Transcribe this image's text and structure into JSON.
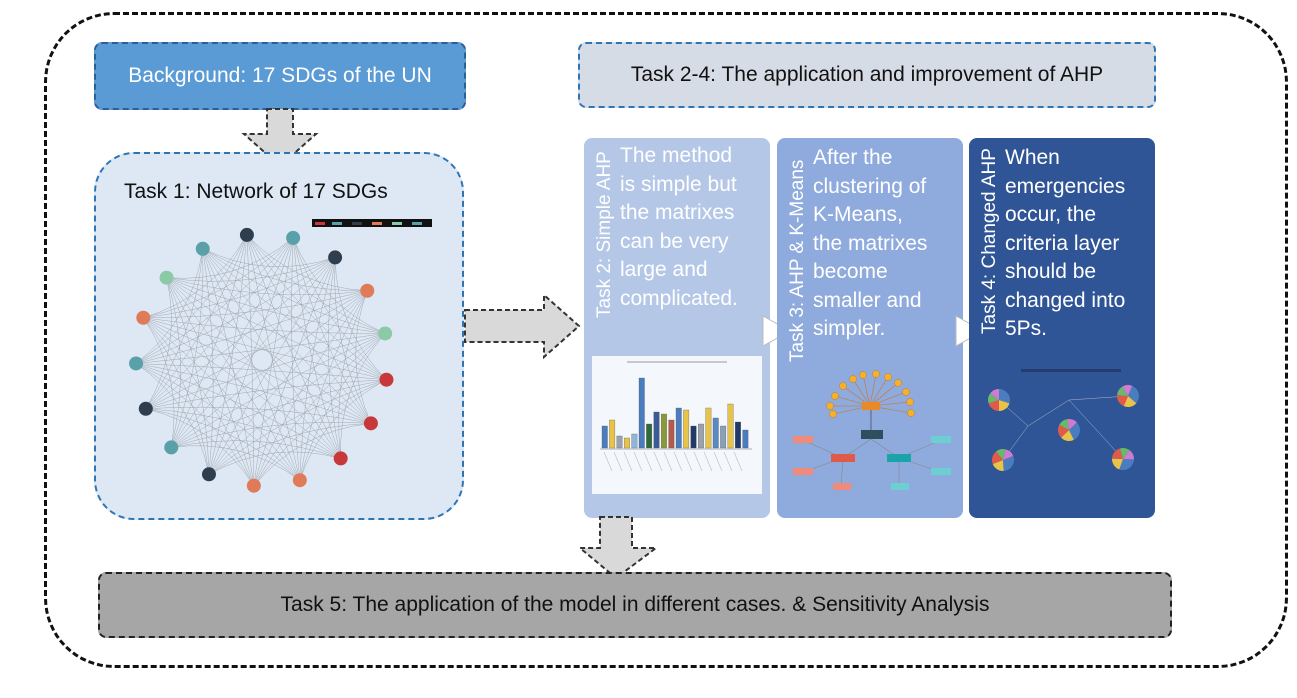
{
  "background_label": "Background: 17 SDGs of the UN",
  "task24_label": "Task 2-4: The application and improvement of AHP",
  "task1_label": "Task 1: Network of 17 SDGs",
  "task5_label": "Task 5: The application of the model in different cases. & Sensitivity Analysis",
  "panels": [
    {
      "vertical_label": "Task 2: Simple AHP",
      "lines": [
        "The method",
        "is simple but",
        "the matrixes",
        "can be very",
        "large and",
        "complicated."
      ]
    },
    {
      "vertical_label": "Task 3: AHP & K-Means",
      "lines": [
        "After the",
        "clustering of",
        "K-Means,",
        "the matrixes",
        "become",
        "smaller and",
        "simpler."
      ]
    },
    {
      "vertical_label": "Task 4: Changed AHP",
      "lines": [
        "When",
        "emergencies",
        "occur, the",
        "criteria layer",
        "should be",
        "changed into",
        "5Ps."
      ]
    }
  ],
  "colors": {
    "panel2": "#b4c7e7",
    "panel3": "#8faadc",
    "panel4": "#2f5597",
    "background_box": "#5b9bd5",
    "task1_fill": "#dde8f4",
    "task5_fill": "#a6a6a6"
  },
  "network_node_colors": [
    "#2f3e4e",
    "#5aa0a8",
    "#2f3e4e",
    "#e07b5a",
    "#8cc9a6",
    "#c8383a",
    "#c8383a",
    "#c8383a",
    "#e07b5a",
    "#e07b5a",
    "#2f3e4e",
    "#5aa0a8",
    "#2f3e4e",
    "#5aa0a8",
    "#e07b5a",
    "#8cc9a6",
    "#5aa0a8"
  ]
}
